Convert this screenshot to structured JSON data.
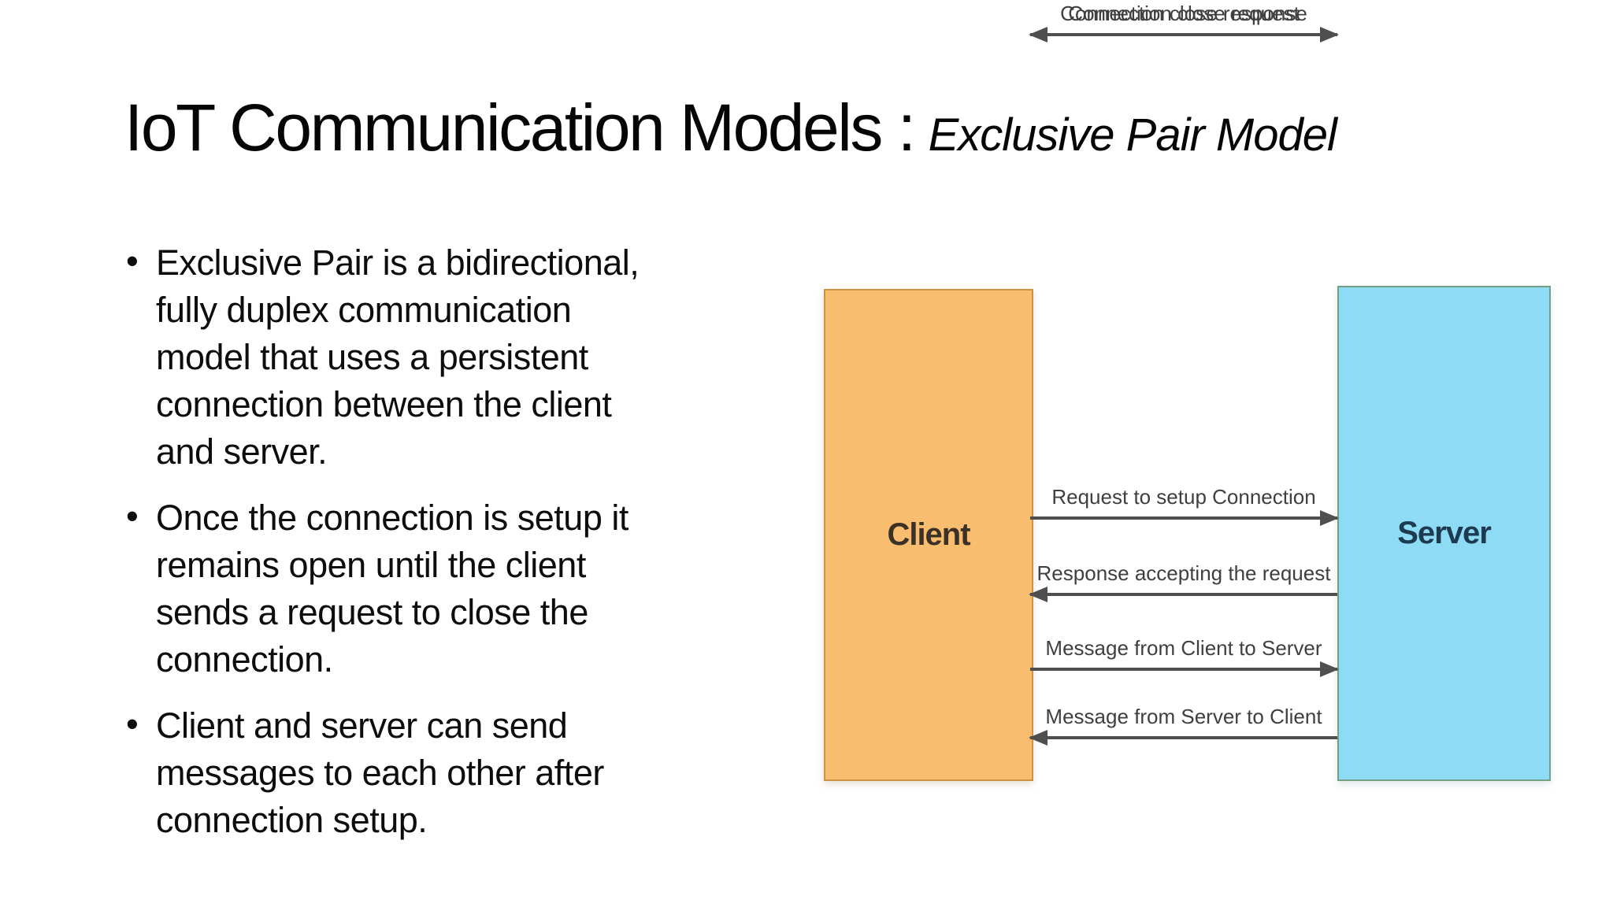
{
  "slide": {
    "title_main": "IoT Communication Models :",
    "title_sub": "Exclusive Pair Model",
    "bullets": [
      "Exclusive Pair is a bidirectional,\nfully duplex communication\nmodel that uses a persistent\nconnection between the client\nand server.",
      "Once the connection is setup it\nremains open until the client\nsends a request to close the\nconnection.",
      "Client and server can send\nmessages to each other after\nconnection setup."
    ]
  },
  "diagram": {
    "client_label": "Client",
    "server_label": "Server",
    "colors": {
      "client_fill": "#f9bd70",
      "client_border": "#cf9243",
      "server_fill": "#8edbf5",
      "server_border": "#74a183",
      "arrow": "#4f4f4f",
      "label_text": "#3f3f3f"
    },
    "messages": [
      {
        "label": "Request to setup Connection",
        "direction": "right"
      },
      {
        "label": "Response accepting the request",
        "direction": "left"
      },
      {
        "label": "Message from Client to Server",
        "direction": "right"
      },
      {
        "label": "Message from Server to Client",
        "direction": "left"
      },
      {
        "label": "Connection close request",
        "direction": "right"
      },
      {
        "label": "Connection close response",
        "direction": "left"
      }
    ]
  }
}
